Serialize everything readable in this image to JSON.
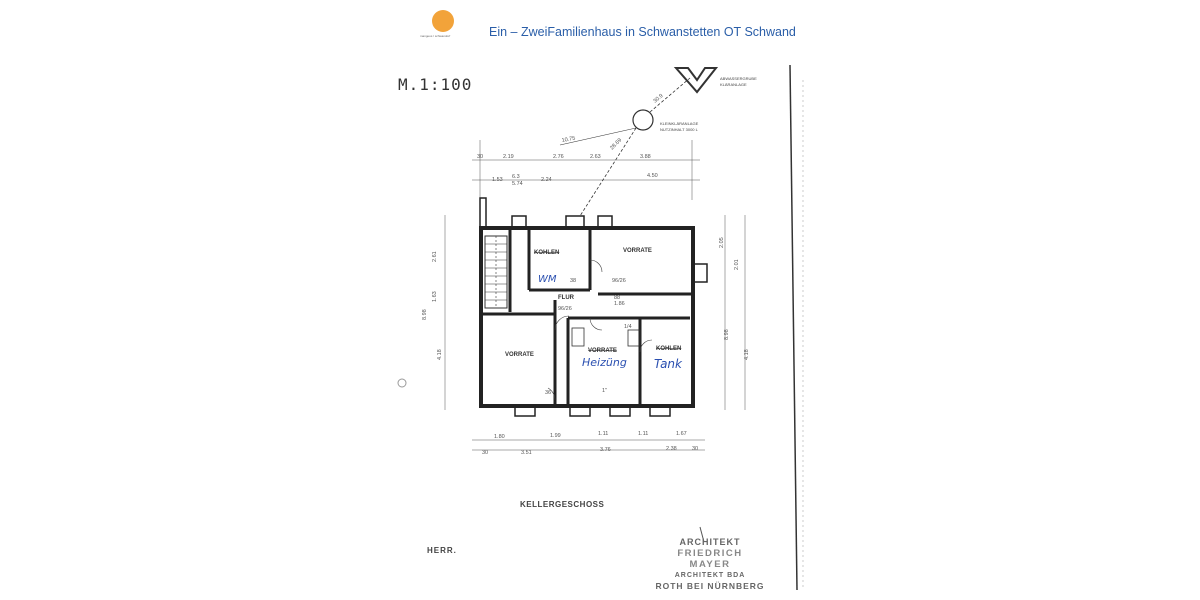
{
  "header": {
    "logo_caption": "mangeus / schwandorf",
    "title": "Ein – ZweiFamilienhaus in  Schwanstetten  OT Schwand"
  },
  "plan": {
    "scale_note": "M.1:100",
    "floor_label": "KELLERGESCHOSS",
    "rooms": {
      "room_kohlen_top": "KOHLEN",
      "room_vorrate_top": "VORRATE",
      "room_flur": "FLUR",
      "room_vorrate_left": "VORRATE",
      "room_vorrate_mid": "VORRATE",
      "room_kohlen_right": "KOHLEN"
    },
    "handwritten": {
      "wm": "WM",
      "heizung": "Heizüng",
      "tank": "Tank"
    },
    "annotations": {
      "abwasser": "ABWASSERGRUBE",
      "klaeranlage": "KLÄRANLAGE",
      "kleinklaer": "KLEINKLÄRANLAGE",
      "nutzinhalt": "NUTZINHALT 3000 L",
      "pipe_length": "10.75",
      "pipe_dim": "28.69",
      "pipe_dim2": "30.9"
    },
    "dims_top": {
      "d1": "30",
      "d2": "2.19",
      "d3": "2.76",
      "d4": "2.63",
      "d5": "3.88",
      "d6": "1.53",
      "d7": "2.24",
      "d8": "4.50",
      "d9": "6.3",
      "d10": "5.74"
    },
    "dims_bottom": {
      "d1": "1.80",
      "d2": "1.99",
      "d3": "1.11",
      "d4": "1.11",
      "d5": "1.67",
      "d6": "3.51",
      "d7": "3.76",
      "d8": "2.38",
      "d9": "30",
      "d10": "30"
    },
    "dims_side": {
      "l1": "2.61",
      "l2": "1.63",
      "l3": "8.98",
      "l4": "4.18",
      "r1": "2.05",
      "r2": "2.01",
      "r3": "8.98",
      "r4": "4.18"
    },
    "dims_inner": {
      "a": "38",
      "b": "96/26",
      "c": "96/26",
      "d": "88",
      "e": "1.86",
      "f": "1/4",
      "g": "36",
      "h": "1\""
    },
    "fragment_text": "HERR."
  },
  "stamp": {
    "line1": "ARCHITEKT",
    "line2": "FRIEDRICH MAYER",
    "line3": "ARCHITEKT BDA",
    "line4": "ROTH BEI NÜRNBERG"
  }
}
